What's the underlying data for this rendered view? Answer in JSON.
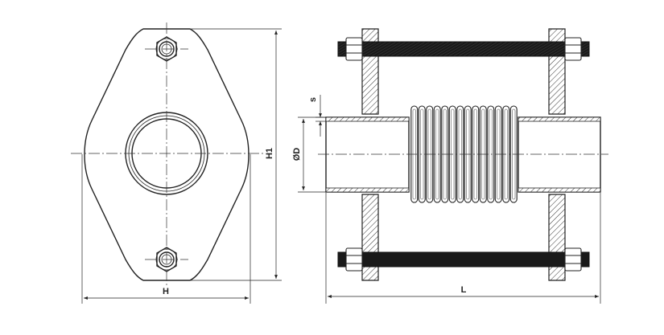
{
  "labels": {
    "flange_width": "H",
    "flange_height": "H1",
    "diameter": "ØD",
    "wall": "s",
    "length": "L"
  },
  "colors": {
    "line": "#222222",
    "rod": "#1a1a1a",
    "background": "#ffffff"
  }
}
